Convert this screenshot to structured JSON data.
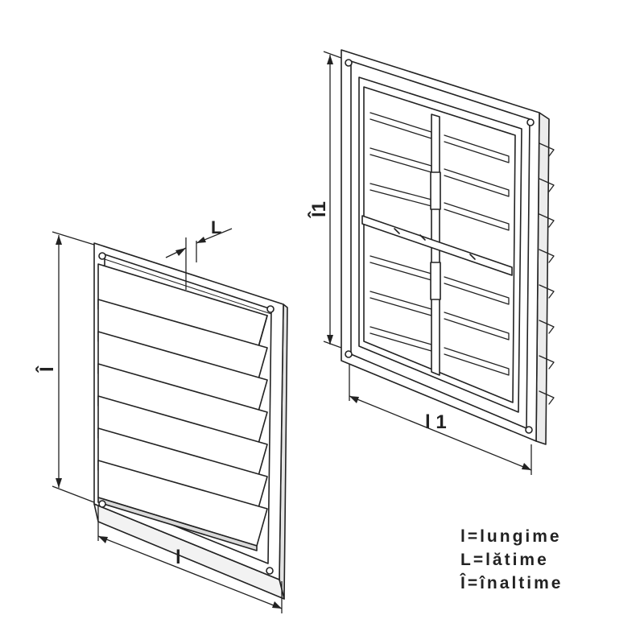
{
  "labels": {
    "length_left": "l",
    "height_left": "Î",
    "width_left": "L",
    "length_right": "l 1",
    "height_right": "Î1"
  },
  "legend": [
    "l=lungime",
    "L=lătime",
    "Î=înaltime"
  ],
  "colors": {
    "line": "#222222",
    "fill": "#ffffff",
    "shade": "#d9d9d9"
  }
}
